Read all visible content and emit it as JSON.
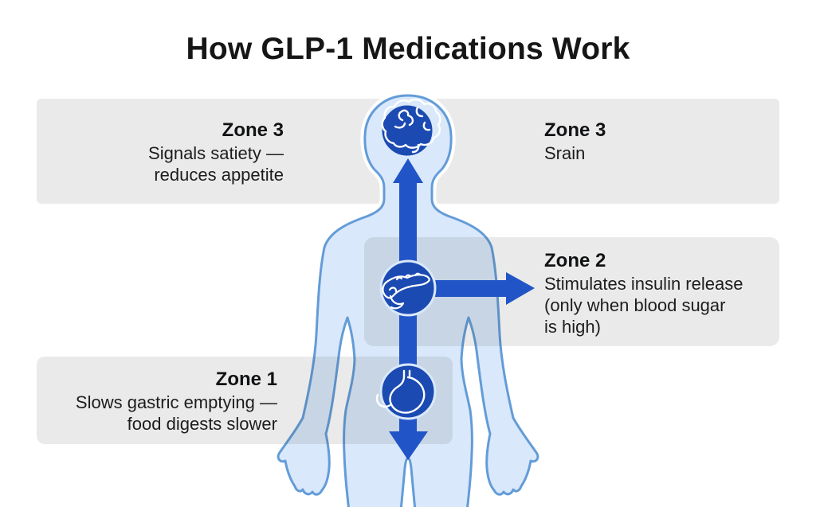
{
  "title": "How GLP-1 Medications Work",
  "zones": {
    "zone3_left": {
      "heading": "Zone 3",
      "lines": [
        "Signals satiety —",
        "reduces appetite"
      ]
    },
    "zone3_right": {
      "heading": "Zone 3",
      "lines": [
        "Srain"
      ]
    },
    "zone2": {
      "heading": "Zone 2",
      "lines": [
        "Stimulates insulin release",
        "(only when blood sugar",
        "is high)"
      ]
    },
    "zone1": {
      "heading": "Zone 1",
      "lines": [
        "Slows gastric emptying —",
        "food digests slower"
      ]
    }
  },
  "icons": {
    "head_node": "brain-icon",
    "torso_node": "pancreas-icon",
    "abdomen_node": "stomach-icon",
    "arrows": [
      "up-arrow-icon",
      "down-arrow-icon",
      "right-arrow-icon"
    ]
  },
  "colors": {
    "background": "#ffffff",
    "band_gray": "#ebebeb",
    "body_fill": "#d9e8fa",
    "body_stroke": "#639cd8",
    "arrow_blue": "#2154c6",
    "node_blue": "#1b4ab2",
    "text": "#1d1d1f"
  }
}
